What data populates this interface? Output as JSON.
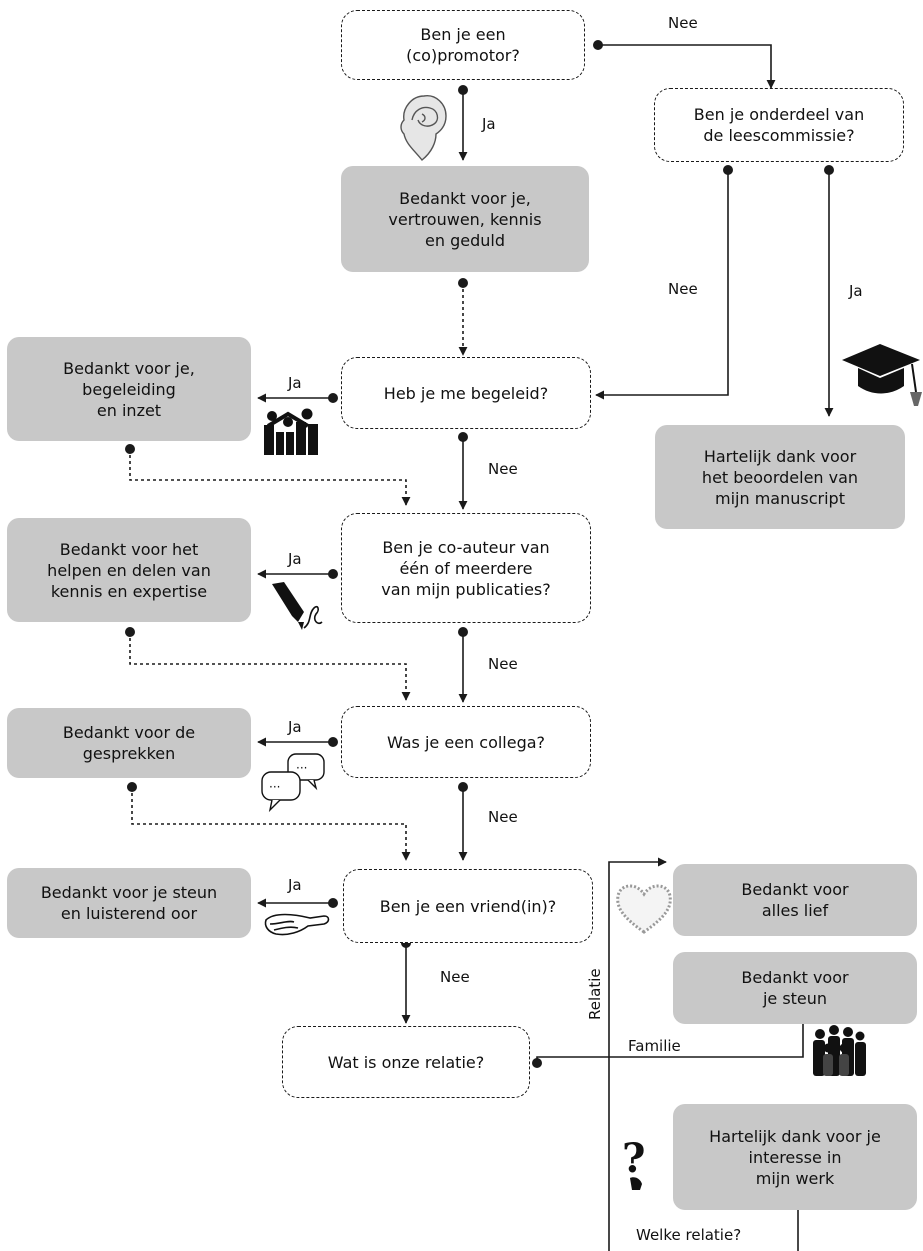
{
  "questions": {
    "promotor": "Ben je een\n(co)promotor?",
    "leescommissie": "Ben je onderdeel van\nde leescommissie?",
    "begeleid": "Heb je me begeleid?",
    "coauteur": "Ben je co-auteur van\néén of meerdere\nvan mijn publicaties?",
    "collega": "Was je een collega?",
    "vriend": "Ben je een vriend(in)?",
    "relatie": "Wat is onze relatie?"
  },
  "answers": {
    "vertrouwen": "Bedankt voor je,\nvertrouwen, kennis\nen geduld",
    "beoordelen": "Hartelijk dank voor\nhet beoordelen van\nmijn manuscript",
    "begeleiding": "Bedankt voor je,\nbegeleiding\nen inzet",
    "expertise": "Bedankt voor het\nhelpen en delen van\nkennis en expertise",
    "gesprekken": "Bedankt voor de\ngesprekken",
    "steun_oor": "Bedankt voor je steun\nen luisterend oor",
    "alles_lief": "Bedankt voor\nalles lief",
    "steun": "Bedankt voor\nje steun",
    "interesse": "Hartelijk dank voor je\ninteresse in\nmijn werk"
  },
  "labels": {
    "nee": "Nee",
    "ja": "Ja",
    "relatie": "Relatie",
    "familie": "Familie",
    "welke_relatie": "Welke relatie?"
  },
  "icons": [
    "brain-head-icon",
    "graduation-cap-icon",
    "group-people-icon",
    "fountain-pen-icon",
    "speech-bubbles-icon",
    "hug-arms-icon",
    "heart-icon",
    "family-icon",
    "question-head-icon"
  ],
  "colors": {
    "answer_fill": "#c8c8c8",
    "line": "#1a1a1a"
  }
}
